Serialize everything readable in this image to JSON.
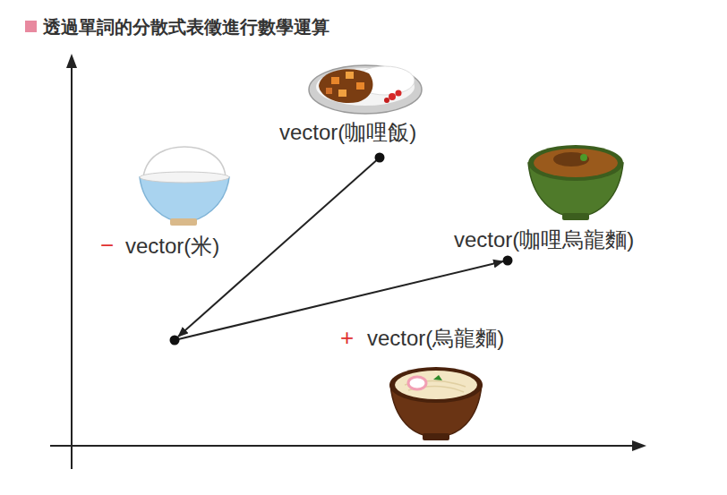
{
  "diagram": {
    "title": "透過單詞的分散式表徵進行數學運算",
    "labels": [
      "vector(咖哩飯)",
      "−",
      "vector(米)",
      "vector(咖哩烏龍麵)",
      "+",
      "vector(烏龍麵)"
    ]
  }
}
